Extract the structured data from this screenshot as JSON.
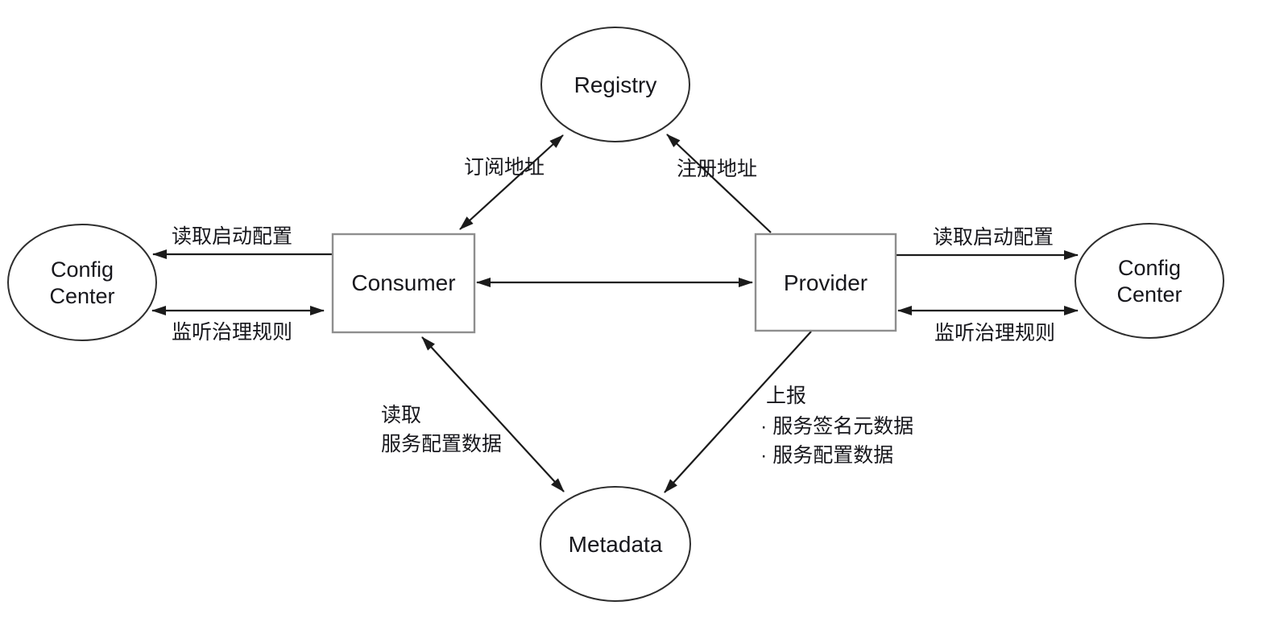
{
  "canvas": {
    "background_color": "#ffffff",
    "line_color": "#1b1b1b",
    "text_color": "#17171c",
    "box_border_color": "#8e8e8e",
    "ellipse_border_color": "#2e2e2e"
  },
  "nodes": {
    "registry": {
      "label": "Registry",
      "shape": "ellipse"
    },
    "consumer": {
      "label": "Consumer",
      "shape": "rect"
    },
    "provider": {
      "label": "Provider",
      "shape": "rect"
    },
    "metadata": {
      "label": "Metadata",
      "shape": "ellipse"
    },
    "config_center_left": {
      "label_lines": [
        "Config",
        "Center"
      ],
      "shape": "ellipse"
    },
    "config_center_right": {
      "label_lines": [
        "Config",
        "Center"
      ],
      "shape": "ellipse"
    }
  },
  "edges": {
    "consumer_registry": {
      "label": "订阅地址",
      "arrows": "both"
    },
    "provider_registry": {
      "label": "注册地址",
      "arrows": "to_registry"
    },
    "consumer_provider": {
      "label": "",
      "arrows": "both"
    },
    "consumer_config_read": {
      "label": "读取启动配置",
      "arrows": "to_config_center"
    },
    "consumer_config_listen": {
      "label": "监听治理规则",
      "arrows": "both"
    },
    "provider_config_read": {
      "label": "读取启动配置",
      "arrows": "to_config_center"
    },
    "provider_config_listen": {
      "label": "监听治理规则",
      "arrows": "both"
    },
    "consumer_metadata": {
      "label_lines": [
        "读取",
        "服务配置数据"
      ],
      "arrows": "both"
    },
    "provider_metadata": {
      "label_lines": [
        "上报",
        "· 服务签名元数据",
        "· 服务配置数据"
      ],
      "arrows": "to_metadata"
    }
  }
}
